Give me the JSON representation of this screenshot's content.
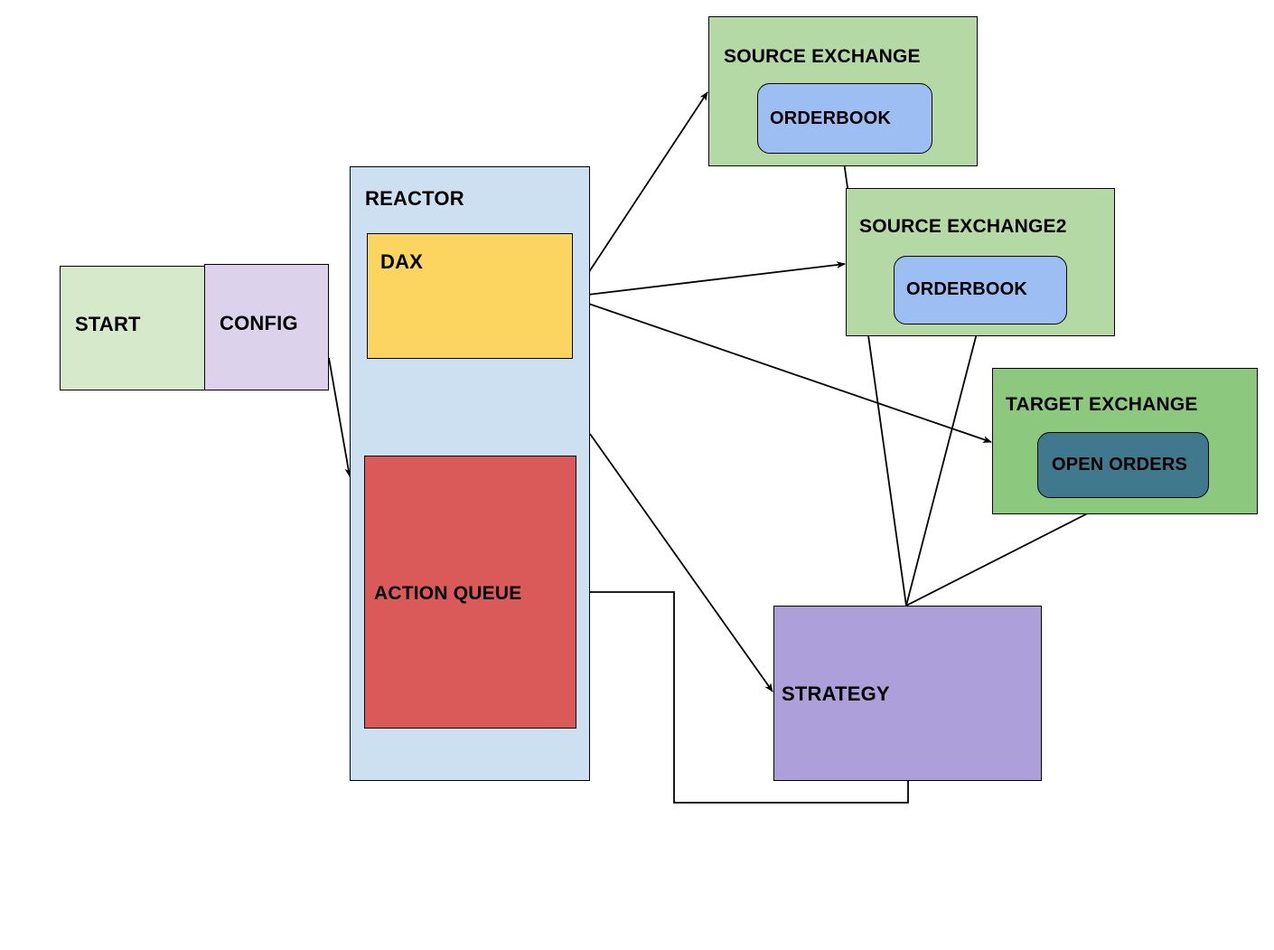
{
  "diagram": {
    "title": "Reactor trading architecture flowchart",
    "background": "#ffffff",
    "nodes": {
      "start": {
        "label": "START",
        "color": "#D6E9CA"
      },
      "config": {
        "label": "CONFIG",
        "color": "#DDD2EC"
      },
      "reactor": {
        "label": "REACTOR",
        "color": "#CDE0F2"
      },
      "dax": {
        "label": "DAX",
        "color": "#FBD55F"
      },
      "action_queue": {
        "label": "ACTION QUEUE",
        "color": "#DA5A5A"
      },
      "source_exchange": {
        "label": "SOURCE EXCHANGE",
        "color": "#B5D9A5"
      },
      "orderbook1": {
        "label": "ORDERBOOK",
        "color": "#9DBEF2"
      },
      "source_exchange2": {
        "label": "SOURCE EXCHANGE2",
        "color": "#B5D9A5"
      },
      "orderbook2": {
        "label": "ORDERBOOK",
        "color": "#9DBEF2"
      },
      "target_exchange": {
        "label": "TARGET EXCHANGE",
        "color": "#8CC87E"
      },
      "open_orders": {
        "label": "OPEN ORDERS",
        "color": "#40798E"
      },
      "strategy": {
        "label": "STRATEGY",
        "color": "#ADA0DA"
      }
    },
    "edges": [
      {
        "from": "start",
        "to": "config",
        "style": "straight-arrow"
      },
      {
        "from": "config",
        "to": "reactor",
        "style": "straight-arrow"
      },
      {
        "from": "action_queue",
        "to": "dax",
        "style": "straight-arrow"
      },
      {
        "from": "dax",
        "to": "source_exchange",
        "style": "straight-arrow"
      },
      {
        "from": "dax",
        "to": "source_exchange2",
        "style": "straight-arrow"
      },
      {
        "from": "dax",
        "to": "target_exchange",
        "style": "straight-arrow"
      },
      {
        "from": "reactor",
        "to": "strategy",
        "style": "straight-arrow"
      },
      {
        "from": "strategy",
        "to": "orderbook1",
        "style": "straight-arrow"
      },
      {
        "from": "strategy",
        "to": "orderbook2",
        "style": "straight-arrow"
      },
      {
        "from": "strategy",
        "to": "open_orders",
        "style": "straight-arrow"
      },
      {
        "from": "strategy",
        "to": "action_queue",
        "style": "orthogonal-arrow"
      }
    ],
    "edge_color": "#000000",
    "stroke_color": "#000000"
  }
}
